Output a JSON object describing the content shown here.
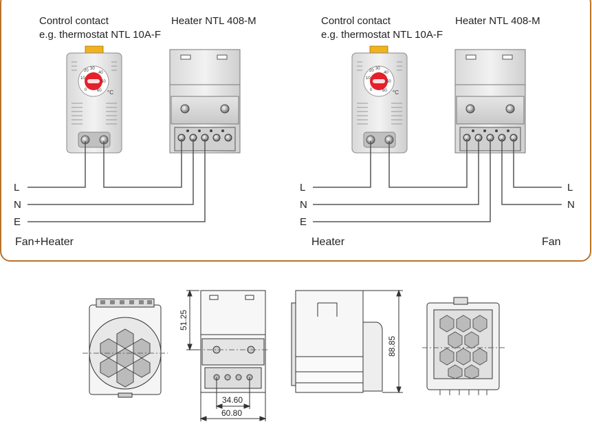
{
  "wiring_panel": {
    "left": {
      "thermostat_caption_line1": "Control contact",
      "thermostat_caption_line2": "e.g. thermostat NTL 10A-F",
      "heater_caption": "Heater NTL 408-M",
      "line_labels": [
        "L",
        "N",
        "E"
      ],
      "mode_label": "Fan+Heater"
    },
    "right": {
      "thermostat_caption_line1": "Control contact",
      "thermostat_caption_line2": "e.g. thermostat NTL 10A-F",
      "heater_caption": "Heater NTL 408-M",
      "line_labels_left": [
        "L",
        "N",
        "E"
      ],
      "line_labels_right": [
        "L",
        "N"
      ],
      "mode_label_heater": "Heater",
      "mode_label_fan": "Fan"
    },
    "dial": {
      "ticks": [
        "10",
        "20",
        "30",
        "40",
        "50",
        "60",
        "0"
      ],
      "unit": "°C"
    },
    "border_color": "#b7742a",
    "thermostat_clip_color": "#f2b21b",
    "dial_color": "#e4202a"
  },
  "dimensions": {
    "height_upper": "51.25",
    "depth": "88.85",
    "inner_width": "34.60",
    "total_width": "60.80"
  }
}
